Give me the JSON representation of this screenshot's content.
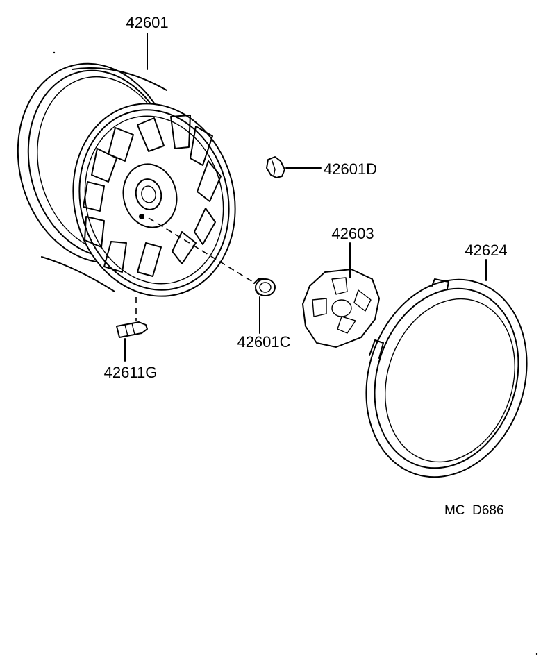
{
  "labels": {
    "wheel": "42601",
    "wheel_clip": "42601D",
    "center_cap": "42603",
    "wheel_ornament": "42624",
    "hub_nut": "42601C",
    "valve": "42611G"
  },
  "diagram_code": "MC  D686"
}
